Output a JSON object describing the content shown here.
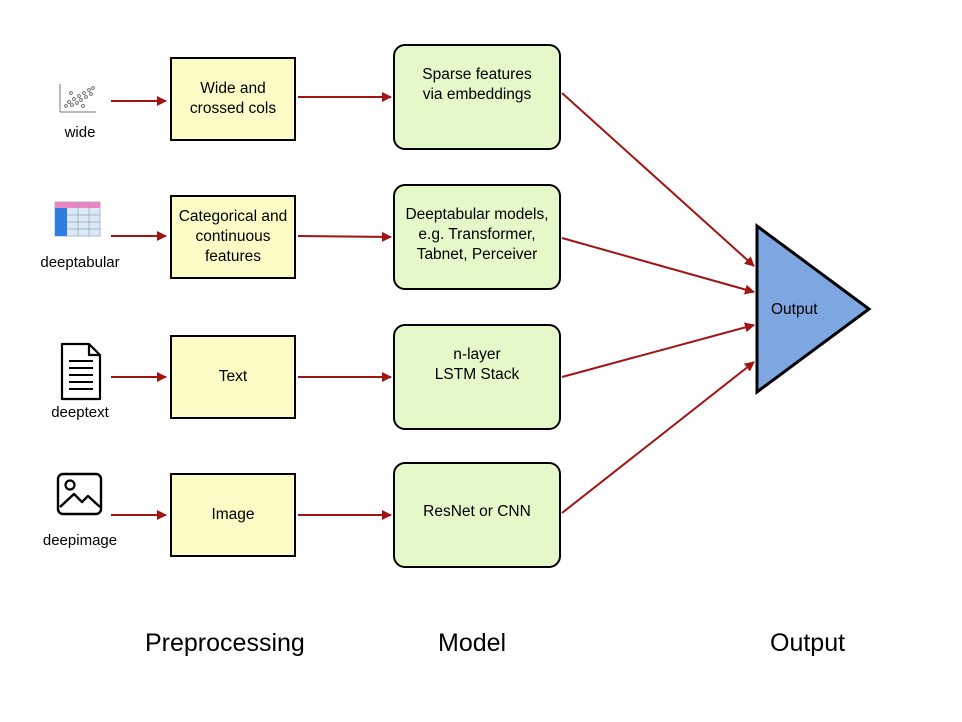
{
  "inputs": [
    {
      "label": "wide",
      "icon": "scatter-plot-icon"
    },
    {
      "label": "deeptabular",
      "icon": "table-icon"
    },
    {
      "label": "deeptext",
      "icon": "document-icon"
    },
    {
      "label": "deepimage",
      "icon": "image-icon"
    }
  ],
  "preprocessing": [
    {
      "label": "Wide and\ncrossed cols"
    },
    {
      "label": "Categorical and\ncontinuous\nfeatures"
    },
    {
      "label": "Text"
    },
    {
      "label": "Image"
    }
  ],
  "models": [
    {
      "label": "Sparse features\nvia embeddings"
    },
    {
      "label": "Deeptabular models,\ne.g. Transformer,\nTabnet, Perceiver"
    },
    {
      "label": "n-layer\nLSTM Stack"
    },
    {
      "label": "ResNet or CNN"
    }
  ],
  "output": {
    "label": "Output"
  },
  "footer": {
    "preprocessing": "Preprocessing",
    "model": "Model",
    "output": "Output"
  },
  "colors": {
    "arrow": "#a11414",
    "prep_fill": "#fdfcc6",
    "model_fill": "#e5f8c9",
    "output_fill": "#7ea6e0",
    "table_header": "#e986c4",
    "table_index": "#2f7de1",
    "table_cells": "#dde9f8"
  }
}
